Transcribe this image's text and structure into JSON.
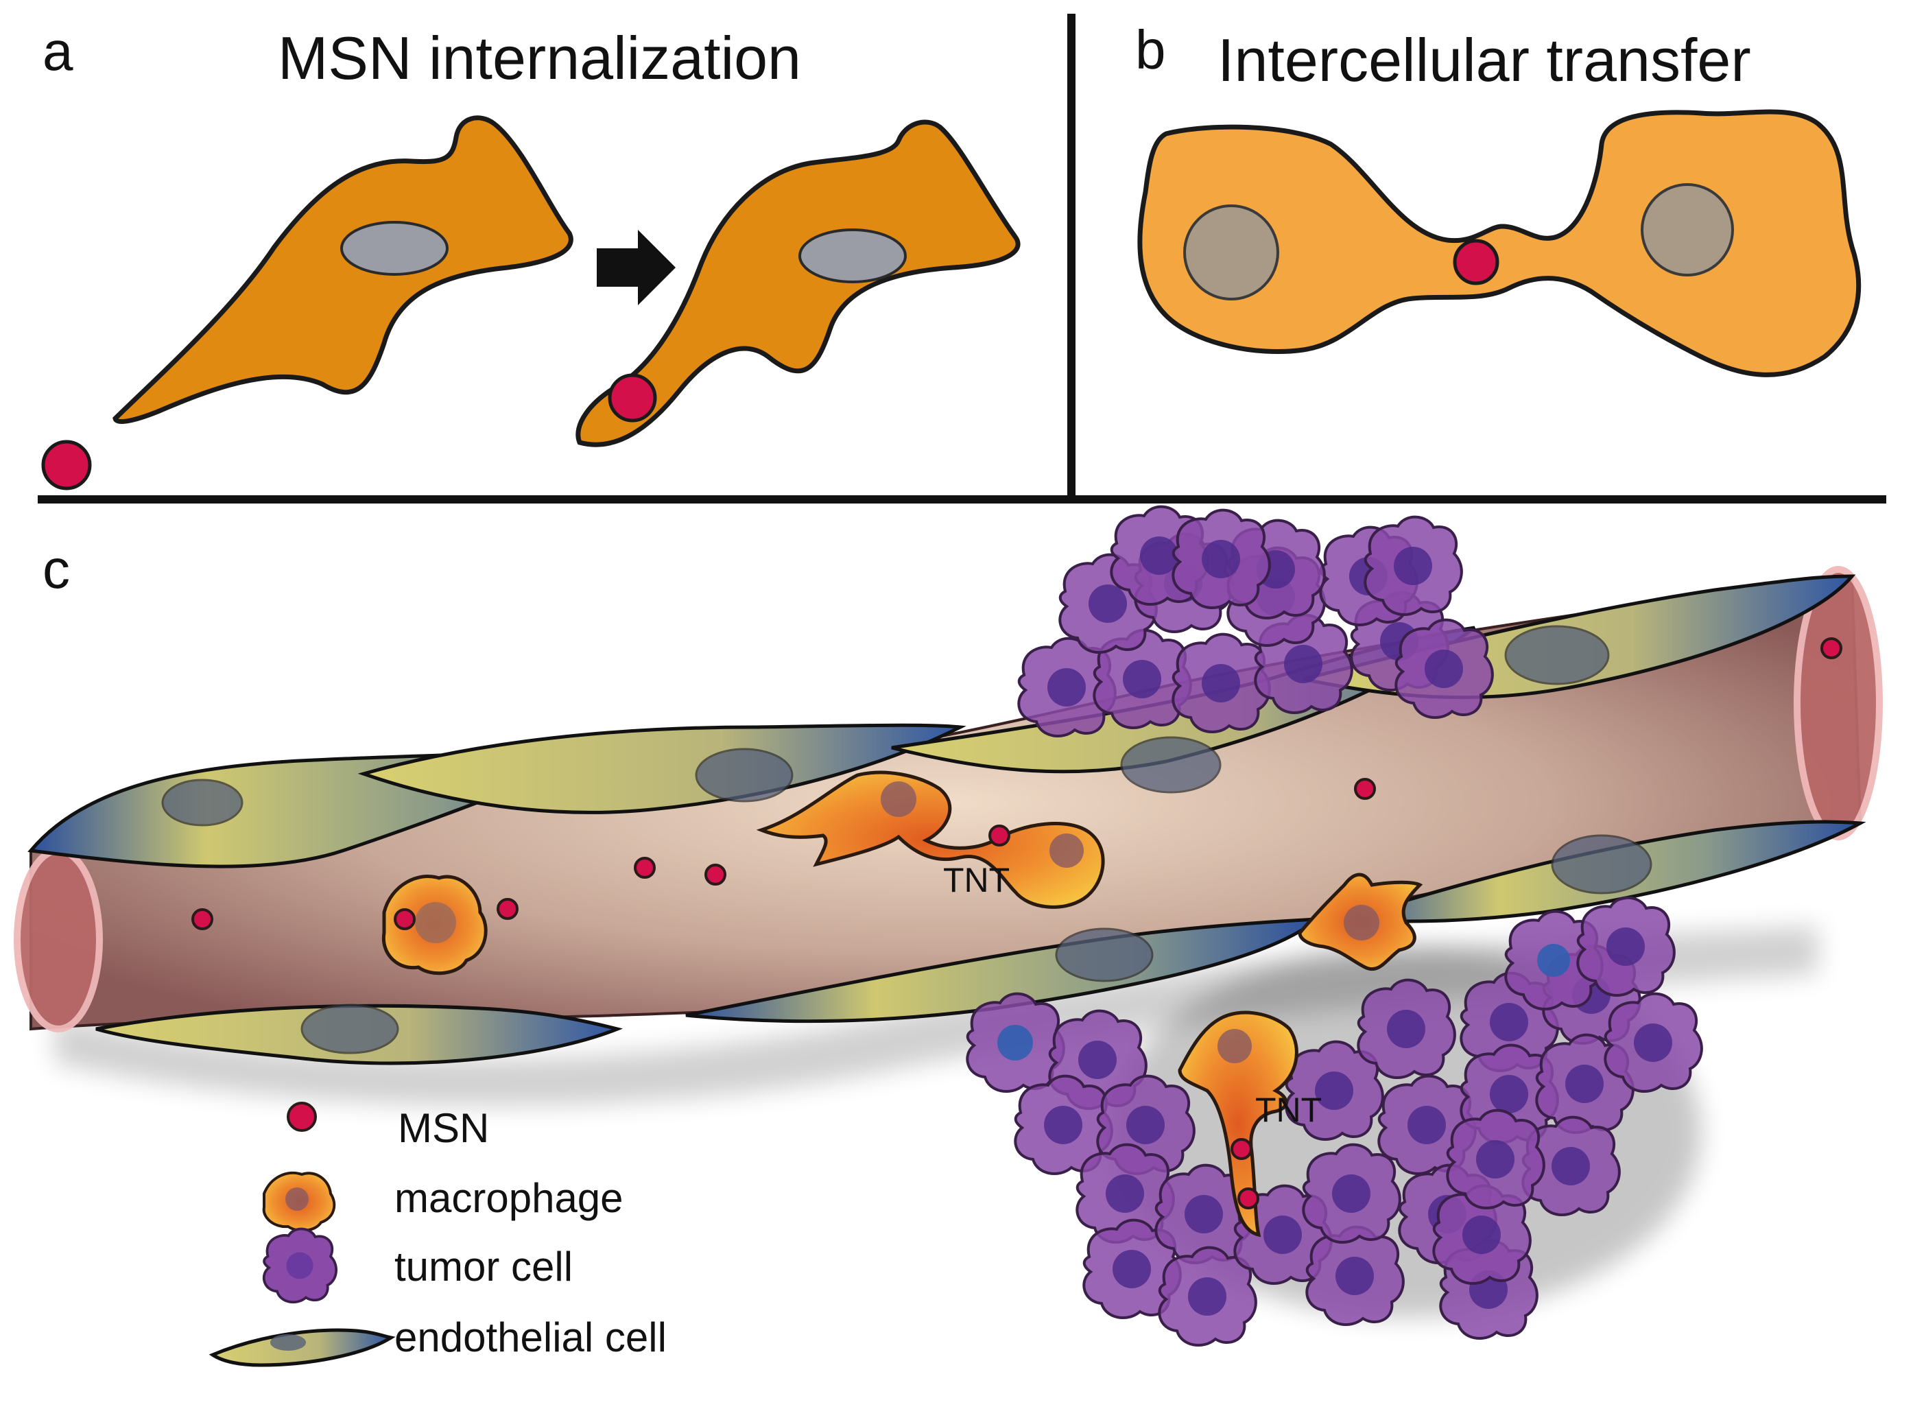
{
  "panels": {
    "a": {
      "letter": "a",
      "title": "MSN internalization"
    },
    "b": {
      "letter": "b",
      "title": "Intercellular transfer"
    },
    "c": {
      "letter": "c",
      "tnt_labels": [
        "TNT",
        "TNT"
      ]
    }
  },
  "legend": {
    "items": [
      {
        "icon": "msn-icon",
        "label": "MSN"
      },
      {
        "icon": "macrophage-icon",
        "label": "macrophage"
      },
      {
        "icon": "tumor-cell-icon",
        "label": "tumor cell"
      },
      {
        "icon": "endothelial-cell-icon",
        "label": "endothelial cell"
      }
    ]
  },
  "colors": {
    "msn": "#d4104a",
    "macrophage_cell": "#e08a12",
    "transfer_cell": "#f4a640",
    "nucleus_gray": "#9a9ca6",
    "nucleus_tan": "#a89a86",
    "tumor_cell": "#8a4aa8",
    "tumor_nucleus": "#4e2c8c",
    "vessel_lumen": "#b08878",
    "endothelial_yellow": "#d8d070",
    "endothelial_blue": "#2a4f9e"
  }
}
